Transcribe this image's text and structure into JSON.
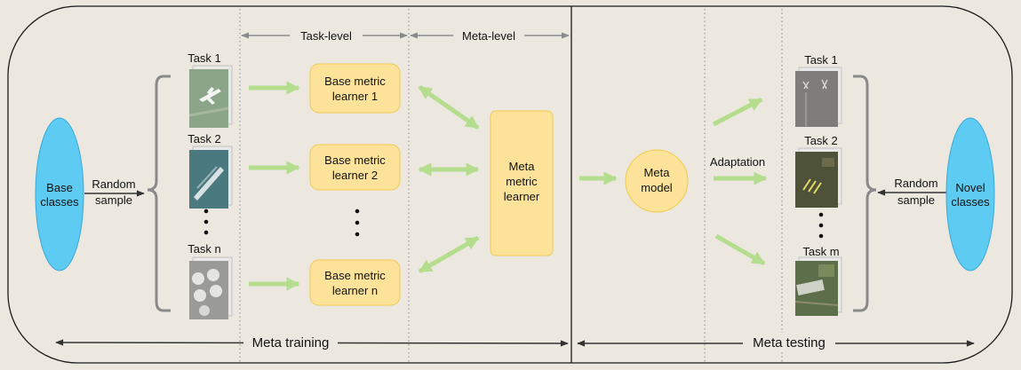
{
  "colors": {
    "background": "#ece8e0",
    "outline": "#1a1a1a",
    "ellipse_fill": "#5ecbf3",
    "ellipse_stroke": "#3ca8d8",
    "box_fill": "#fde39a",
    "box_stroke": "#f2c94c",
    "flow_arrow": "#b4dd8e",
    "bracket": "#8a8a8a",
    "dotted_divider": "#8a8a8a",
    "header_arrow": "#8a8a8a"
  },
  "base": {
    "label_line1": "Base",
    "label_line2": "classes",
    "random_line1": "Random",
    "random_line2": "sample"
  },
  "novel": {
    "label_line1": "Novel",
    "label_line2": "classes",
    "random_line1": "Random",
    "random_line2": "sample"
  },
  "header": {
    "task_level": "Task-level",
    "meta_level": "Meta-level"
  },
  "training_tasks": [
    {
      "label": "Task 1",
      "image_icon": "airplane-image-icon"
    },
    {
      "label": "Task 2",
      "image_icon": "ship-image-icon"
    },
    {
      "label": "Task n",
      "image_icon": "storage-tanks-image-icon"
    }
  ],
  "learners": [
    {
      "line1": "Base metric",
      "line2": "learner 1"
    },
    {
      "line1": "Base metric",
      "line2": "learner 2"
    },
    {
      "line1": "Base metric",
      "line2": "learner n"
    }
  ],
  "meta_learner": {
    "line1": "Meta",
    "line2": "metric",
    "line3": "learner"
  },
  "meta_model": {
    "line1": "Meta",
    "line2": "model"
  },
  "adaptation": "Adaptation",
  "testing_tasks": [
    {
      "label": "Task 1",
      "image_icon": "runway-image-icon"
    },
    {
      "label": "Task 2",
      "image_icon": "field-image-icon"
    },
    {
      "label": "Task m",
      "image_icon": "farmland-image-icon"
    }
  ],
  "phases": {
    "training": "Meta training",
    "testing": "Meta testing"
  }
}
